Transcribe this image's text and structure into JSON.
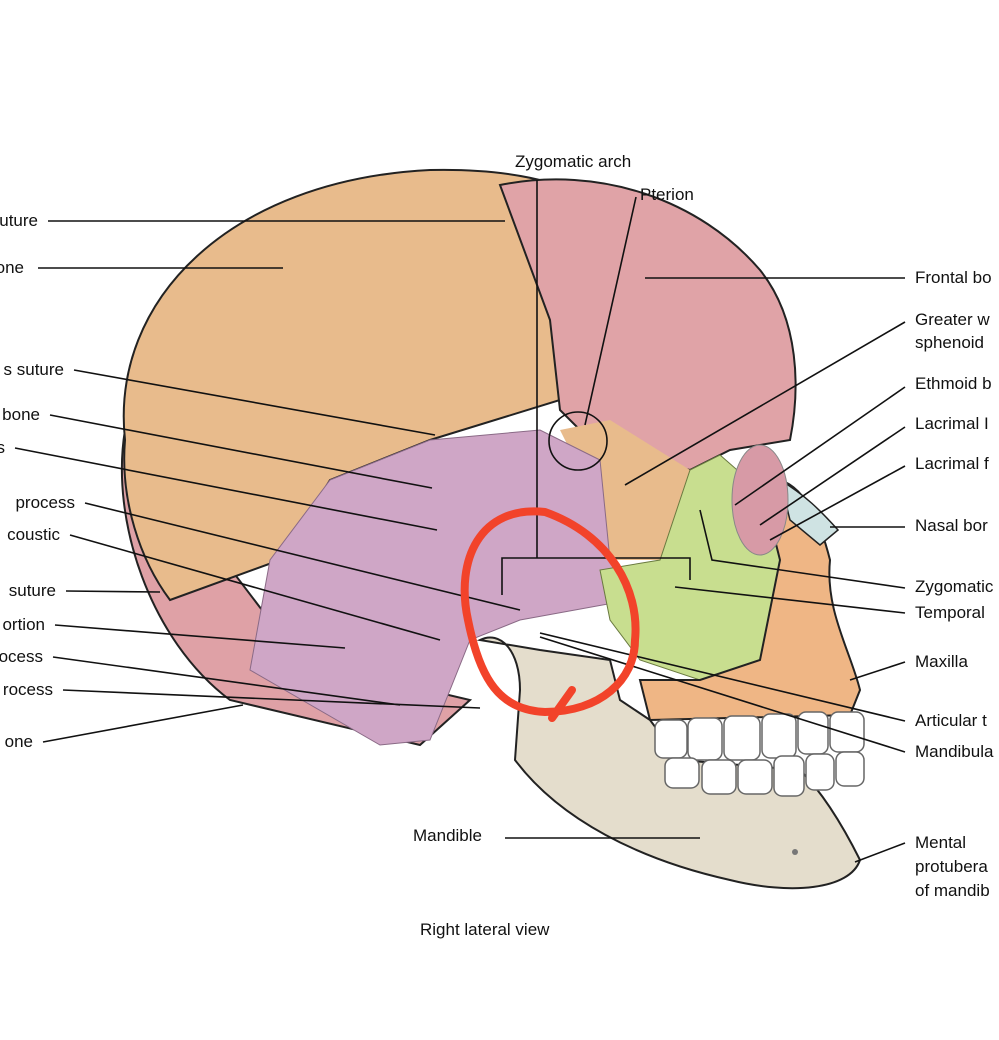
{
  "left_labels": [
    "uture",
    "one",
    "s suture",
    "bone",
    "s",
    "process",
    "coustic",
    "suture",
    "ortion",
    "ocess",
    "rocess",
    "one"
  ],
  "top_labels": {
    "zygomatic_arch": "Zygomatic arch",
    "pterion": "Pterion"
  },
  "right_labels": {
    "frontal": "Frontal bo",
    "greater_wing_1": "Greater w",
    "greater_wing_2": "sphenoid",
    "ethmoid": "Ethmoid b",
    "lacrimal_bone": "Lacrimal I",
    "lacrimal_fossa": "Lacrimal f",
    "nasal": "Nasal bor",
    "zygomatic": "Zygomatic",
    "temporal": "Temporal",
    "maxilla": "Maxilla",
    "articular": "Articular t",
    "mandibular": "Mandibula",
    "mental_1": "Mental",
    "mental_2": "protubera",
    "mental_3": "of mandib"
  },
  "mandible_label": "Mandible",
  "caption": "Right lateral view",
  "colors": {
    "parietal": "#e8bb8c",
    "frontal": "#e0a3a7",
    "temporal": "#cfa6c6",
    "zygomatic": "#c8de8f",
    "maxilla": "#efb685",
    "mandible": "#e4ddcc",
    "annotation": "#f2432a"
  }
}
